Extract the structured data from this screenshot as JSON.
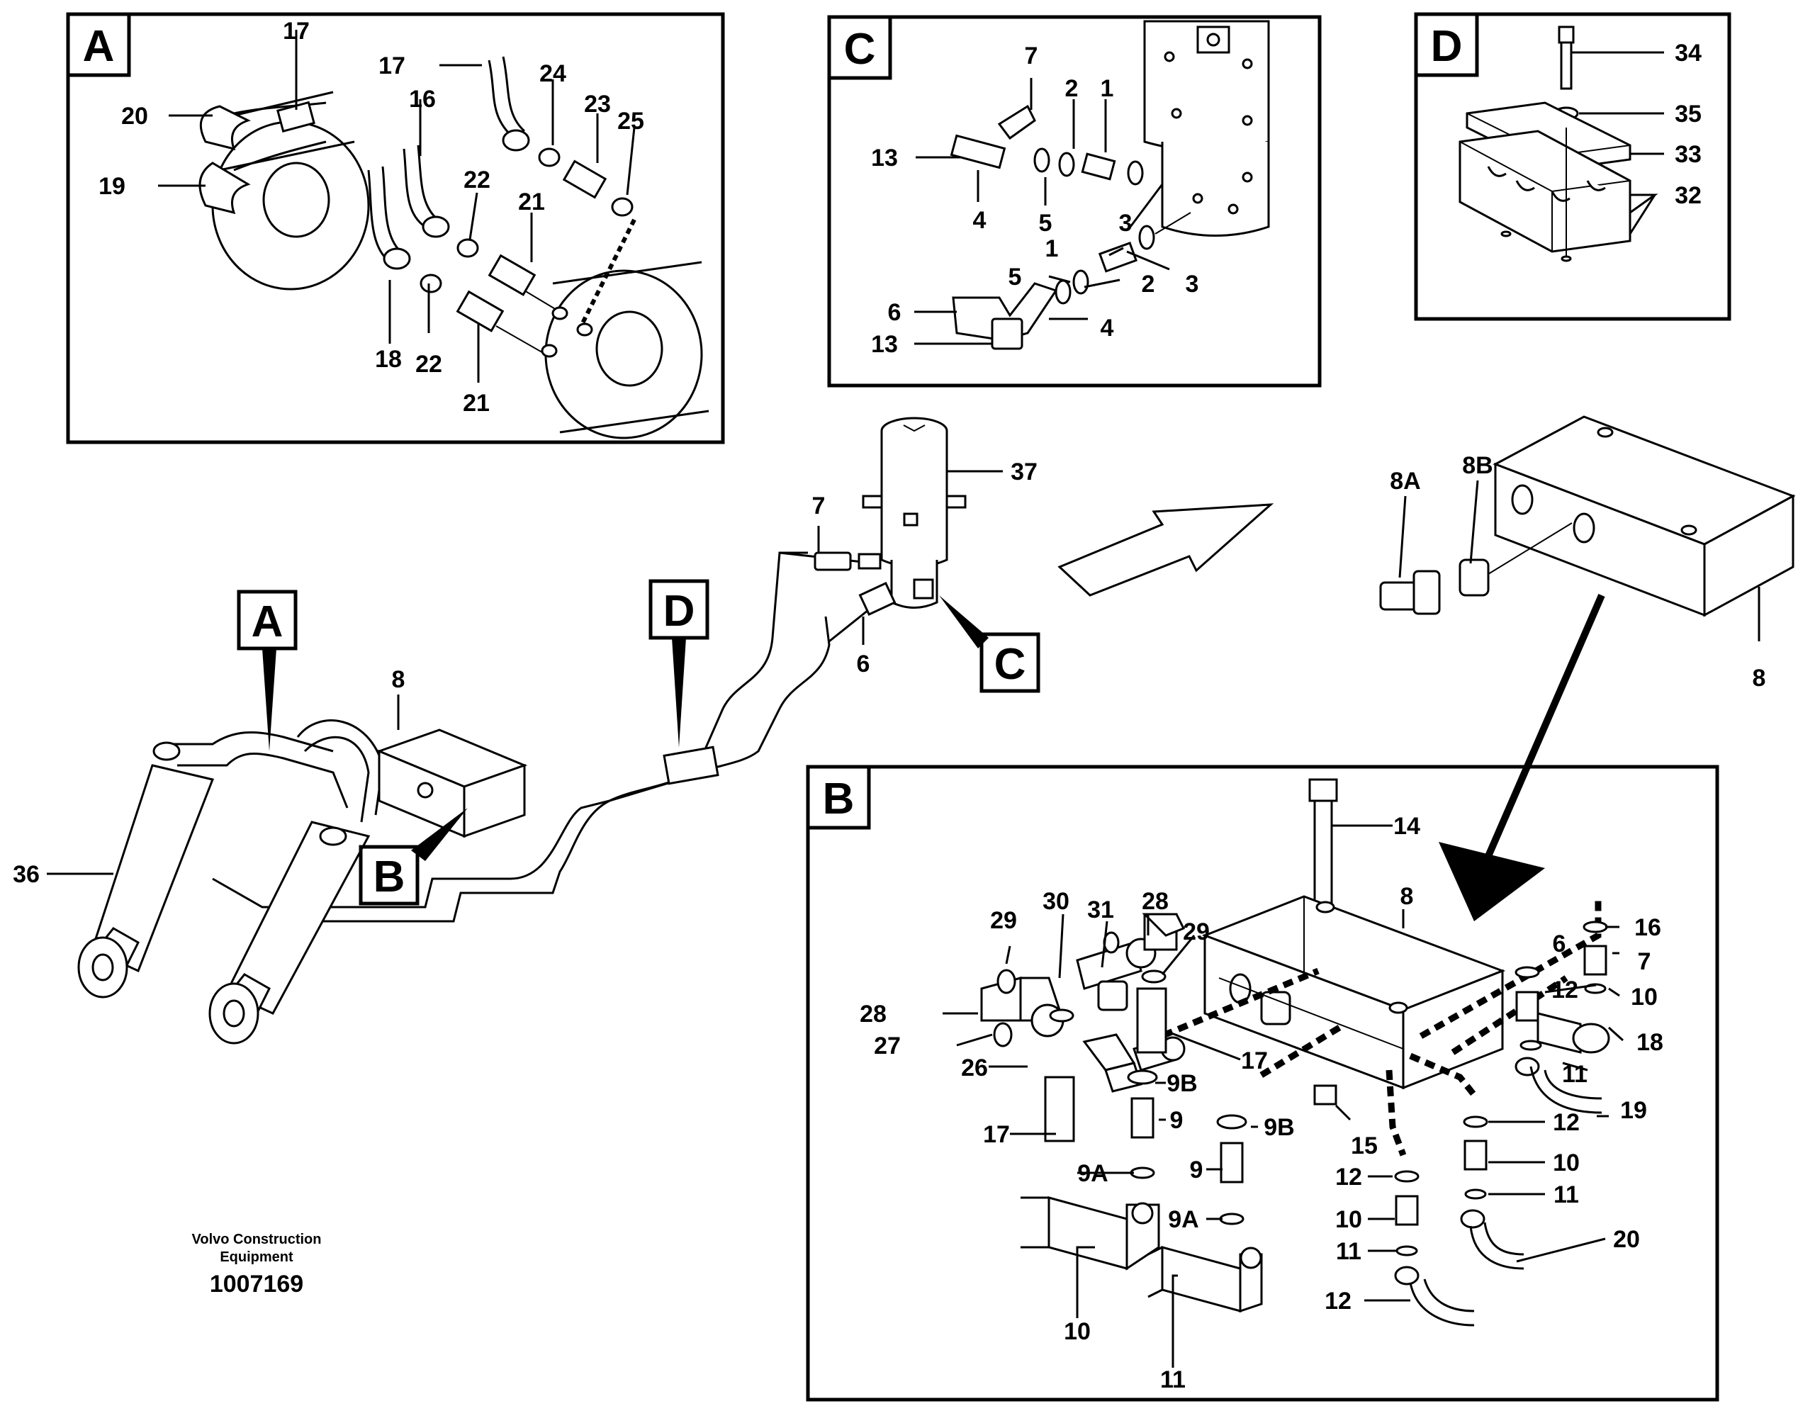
{
  "credit": {
    "line1": "Volvo Construction",
    "line2": "Equipment",
    "number": "1007169"
  },
  "views": {
    "A": {
      "title": "A",
      "labels": [
        "17",
        "20",
        "19",
        "17",
        "16",
        "24",
        "23",
        "25",
        "22",
        "21",
        "18",
        "22",
        "21"
      ]
    },
    "C": {
      "title": "C",
      "labels": [
        "7",
        "2",
        "1",
        "13",
        "4",
        "5",
        "3",
        "1",
        "3",
        "5",
        "2",
        "6",
        "13",
        "4"
      ]
    },
    "D": {
      "title": "D",
      "labels": [
        "34",
        "35",
        "33",
        "32"
      ]
    },
    "B": {
      "title": "B",
      "labels": [
        "14",
        "8",
        "28",
        "31",
        "29",
        "30",
        "29",
        "28",
        "27",
        "26",
        "17",
        "17",
        "9B",
        "9",
        "9B",
        "9",
        "9A",
        "9A",
        "15",
        "12",
        "10",
        "11",
        "12",
        "10",
        "11",
        "16",
        "6",
        "7",
        "12",
        "10",
        "11",
        "18",
        "19",
        "12",
        "10",
        "11",
        "20"
      ]
    }
  },
  "main": {
    "labels": [
      "37",
      "7",
      "6",
      "8",
      "36",
      "8A",
      "8B",
      "8"
    ],
    "callouts": {
      "A": "A",
      "B": "B",
      "C": "C",
      "D": "D"
    }
  }
}
